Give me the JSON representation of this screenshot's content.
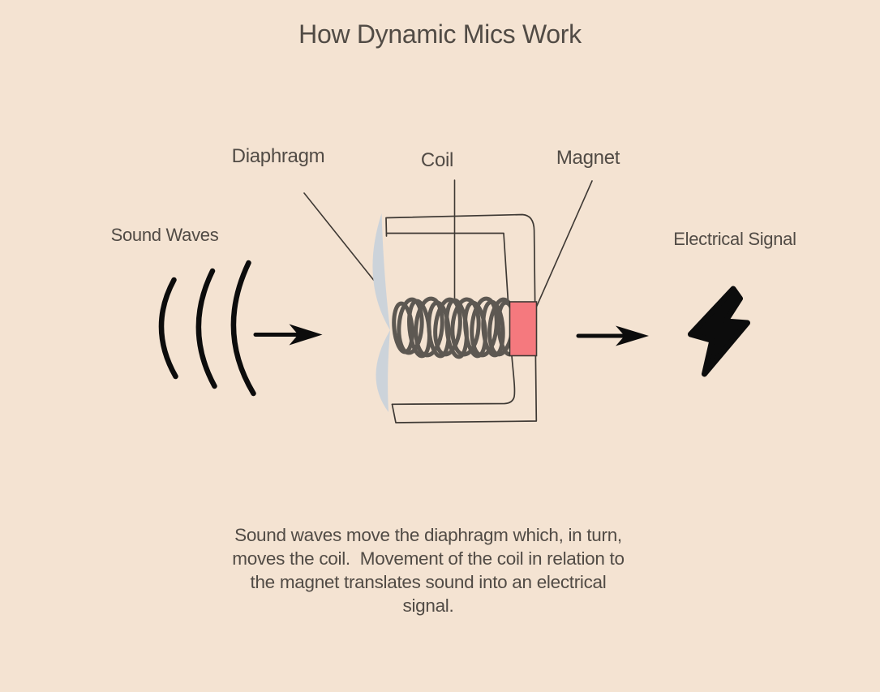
{
  "title": "How Dynamic Mics Work",
  "labels": {
    "diaphragm": "Diaphragm",
    "coil": "Coil",
    "magnet": "Magnet",
    "sound_waves": "Sound Waves",
    "electrical_signal": "Electrical Signal"
  },
  "caption": "Sound waves move the diaphragm which, in turn,\nmoves the coil.  Movement of the coil in relation to\nthe magnet translates sound into an electrical\nsignal.",
  "colors": {
    "background": "#f4e3d2",
    "text": "#514b45",
    "outline": "#3e3934",
    "coil_stroke": "#5d5852",
    "magnet_fill": "#f5797e",
    "diaphragm_fill": "#ccd3da",
    "ink": "#0c0c0c"
  },
  "icons": {
    "sound_waves": "sound-wave-arcs-icon",
    "flow_left": "right-arrow-icon",
    "flow_right": "right-arrow-icon",
    "electrical_signal": "lightning-bolt-icon"
  }
}
